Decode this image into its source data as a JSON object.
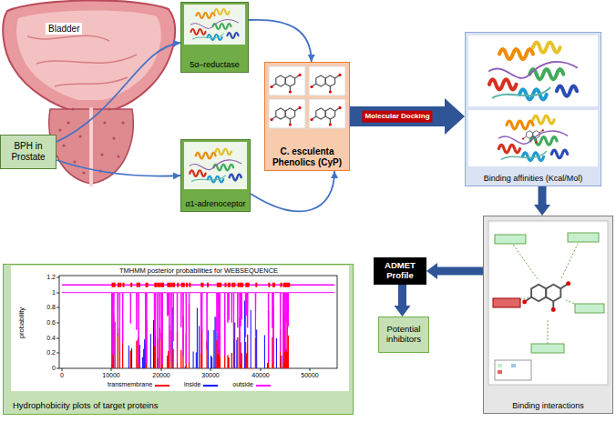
{
  "diagram": {
    "nodes": [
      {
        "text": [
          "BPH in Prostate"
        ]
      },
      {
        "text": [
          "5α–reductase"
        ]
      },
      {
        "text": [
          "α1-adrenoceptor"
        ]
      },
      {
        "text": [
          "C. esculenta Phenolics (CyP)"
        ]
      },
      {
        "text": [
          "Binding affinities (Kcal/Mol)"
        ]
      },
      {
        "text": [
          "Binding interactions"
        ]
      },
      {
        "text": [
          "ADMET Profile"
        ]
      },
      {
        "text": [
          "Potential inhibitors"
        ]
      },
      {
        "text": [
          "Hydrophobicity plots of target proteins"
        ]
      }
    ],
    "edges": [
      {
        "from": 0,
        "to": 1,
        "arrow": "to"
      },
      {
        "from": 0,
        "to": 2,
        "arrow": "to"
      },
      {
        "from": 1,
        "to": 3,
        "arrow": "to"
      },
      {
        "from": 2,
        "to": 3,
        "arrow": "to"
      },
      {
        "from": 3,
        "to": 4,
        "label": "Molecular Docking",
        "arrow": "to"
      },
      {
        "from": 4,
        "to": 5,
        "arrow": "to"
      },
      {
        "from": 5,
        "to": 6,
        "arrow": "to"
      },
      {
        "from": 6,
        "to": 7,
        "arrow": "to"
      }
    ],
    "labels": [
      "Bladder",
      "TMHMM posterior probabilities for WEBSEQUENCE",
      "probability",
      "1.2",
      "1",
      "0.8",
      "0.6",
      "0.4",
      "0.2",
      "0",
      "0",
      "10000",
      "20000",
      "30000",
      "40000",
      "50000"
    ],
    "legend": [
      {
        "text": "transmembrane"
      },
      {
        "text": "inside"
      },
      {
        "text": "outside"
      }
    ]
  }
}
